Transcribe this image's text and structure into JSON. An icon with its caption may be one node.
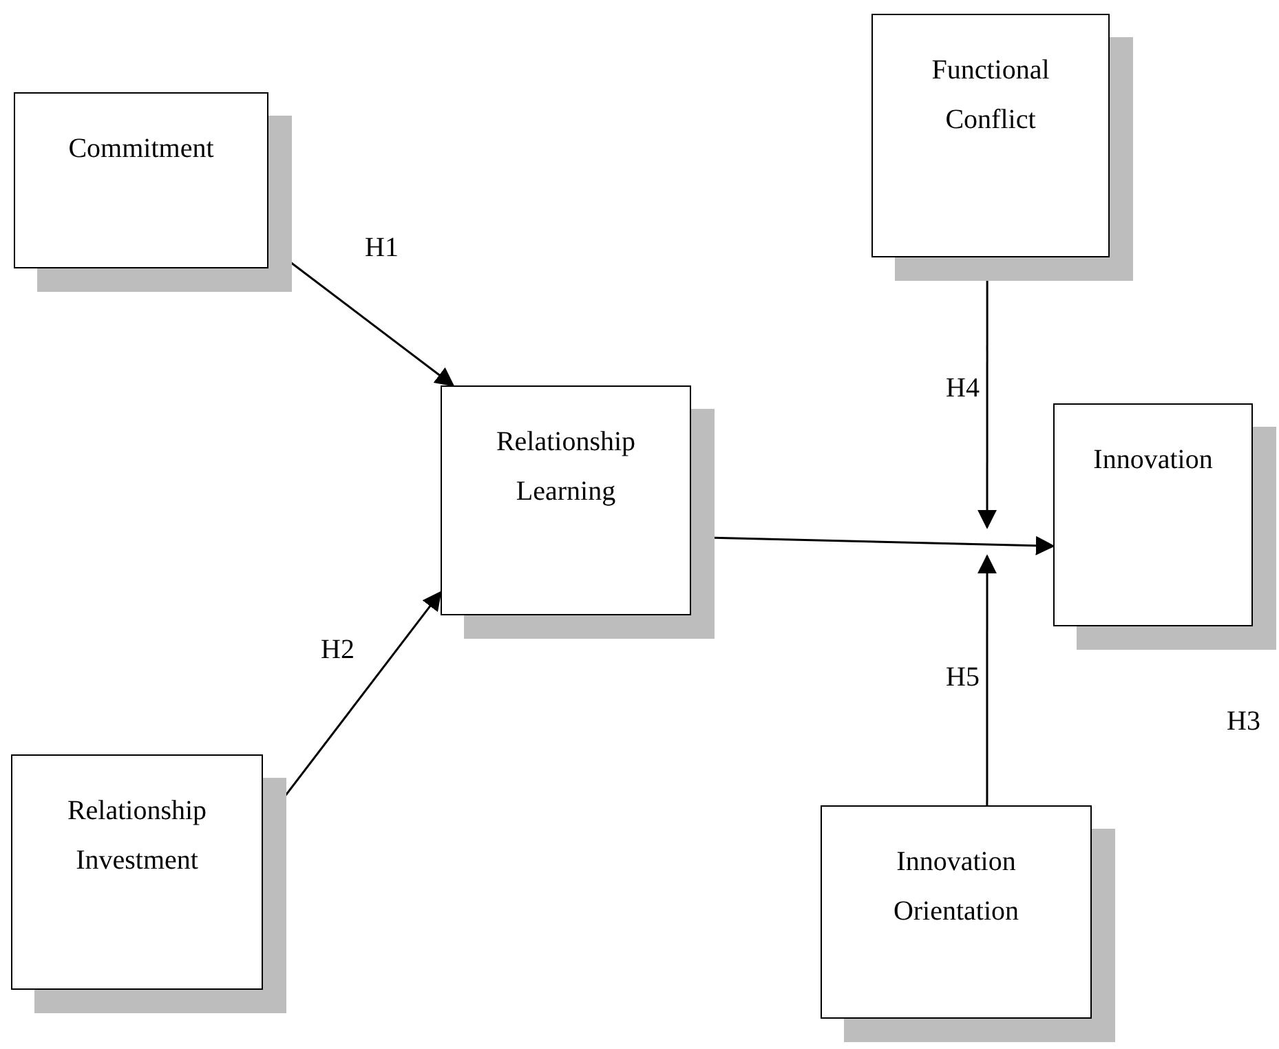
{
  "diagram": {
    "nodes": [
      {
        "text": [
          "Commitment"
        ]
      },
      {
        "text": [
          "Functional Conflict"
        ]
      },
      {
        "text": [
          "Relationship Learning"
        ]
      },
      {
        "text": [
          "Innovation"
        ]
      },
      {
        "text": [
          "Relationship Investment"
        ]
      },
      {
        "text": [
          "Innovation Orientation"
        ]
      }
    ],
    "edges": [
      {
        "from": 0,
        "to": 2,
        "arrow": "to",
        "label": "H1"
      },
      {
        "from": 4,
        "to": 2,
        "arrow": "to",
        "label": "H2"
      },
      {
        "from": 2,
        "to": 3,
        "arrow": "to"
      },
      {
        "from": 1,
        "to": null,
        "arrow": "to",
        "label": "H4"
      },
      {
        "from": 5,
        "to": null,
        "arrow": "to",
        "label": "H5"
      }
    ],
    "labels": [
      "H3"
    ]
  }
}
